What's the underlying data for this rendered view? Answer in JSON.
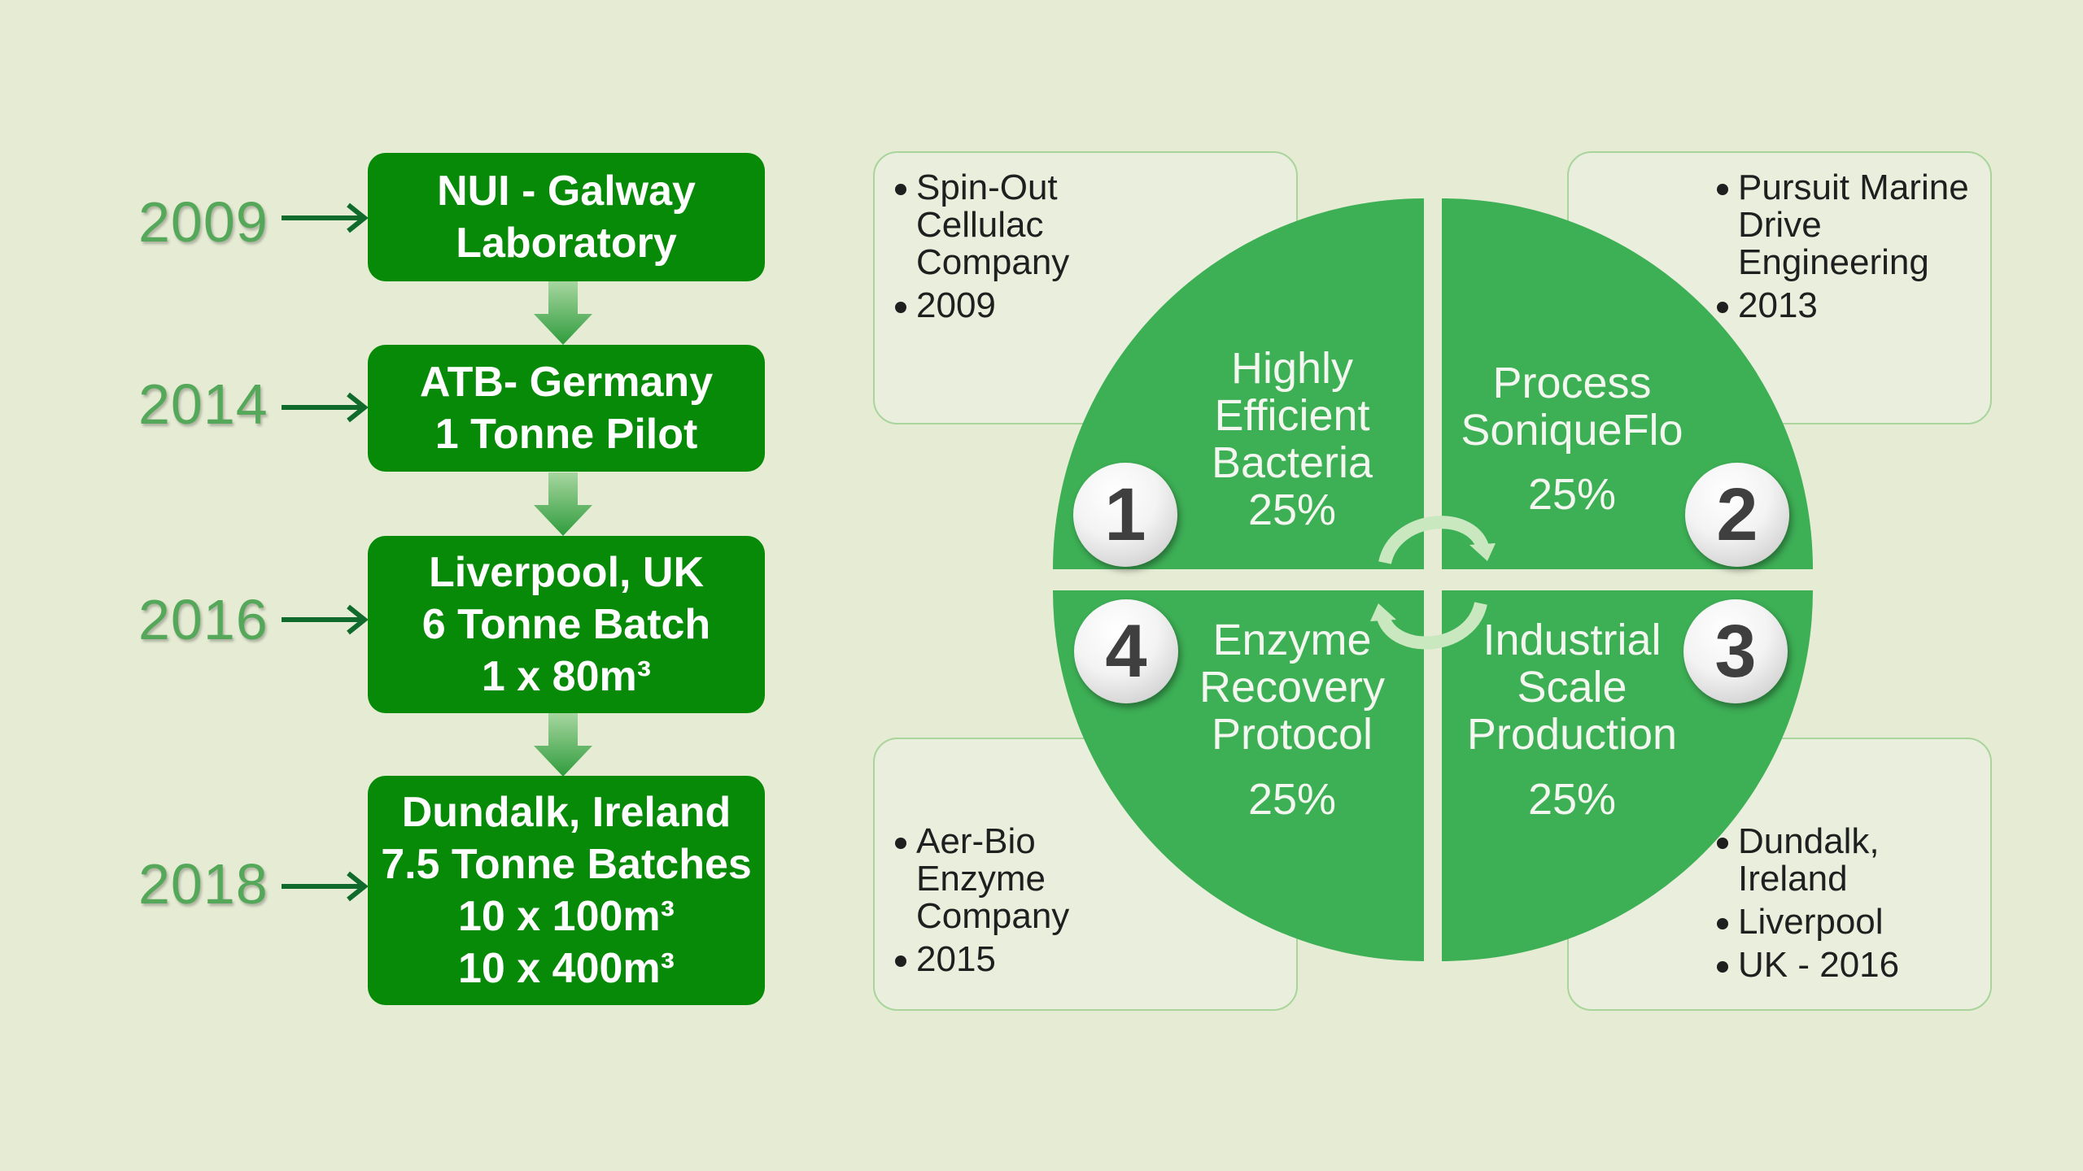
{
  "timeline": [
    {
      "year": "2009",
      "lines": [
        "NUI - Galway",
        "Laboratory"
      ]
    },
    {
      "year": "2014",
      "lines": [
        "ATB- Germany",
        "1 Tonne Pilot"
      ]
    },
    {
      "year": "2016",
      "lines": [
        "Liverpool, UK",
        "6 Tonne Batch",
        "1 x 80m³"
      ]
    },
    {
      "year": "2018",
      "lines": [
        "Dundalk, Ireland",
        "7.5 Tonne Batches",
        "10 x 100m³",
        "10 x 400m³"
      ]
    }
  ],
  "cycle": {
    "quadrants": [
      {
        "number": "1",
        "title_lines": [
          "Highly",
          "Efficient",
          "Bacteria"
        ],
        "percent": "25%"
      },
      {
        "number": "2",
        "title_lines": [
          "Process",
          "SoniqueFlo"
        ],
        "percent": "25%"
      },
      {
        "number": "3",
        "title_lines": [
          "Industrial",
          "Scale",
          "Production"
        ],
        "percent": "25%"
      },
      {
        "number": "4",
        "title_lines": [
          "Enzyme",
          "Recovery",
          "Protocol"
        ],
        "percent": "25%"
      }
    ],
    "cards": [
      {
        "bullets": [
          "Spin-Out Cellulac Company",
          "2009"
        ]
      },
      {
        "bullets": [
          "Pursuit Marine Drive Engineering",
          "2013"
        ]
      },
      {
        "bullets": [
          "Dundalk, Ireland",
          "Liverpool",
          "UK - 2016"
        ]
      },
      {
        "bullets": [
          "Aer-Bio Enzyme Company",
          "2015"
        ]
      }
    ]
  },
  "colors": {
    "background": "#e6ecd4",
    "timeline_box": "#068a07",
    "year_text": "#55a85a",
    "arrow": "#0f6a2c",
    "quadrant": "#3daf55",
    "card_border": "#a9d49b"
  }
}
